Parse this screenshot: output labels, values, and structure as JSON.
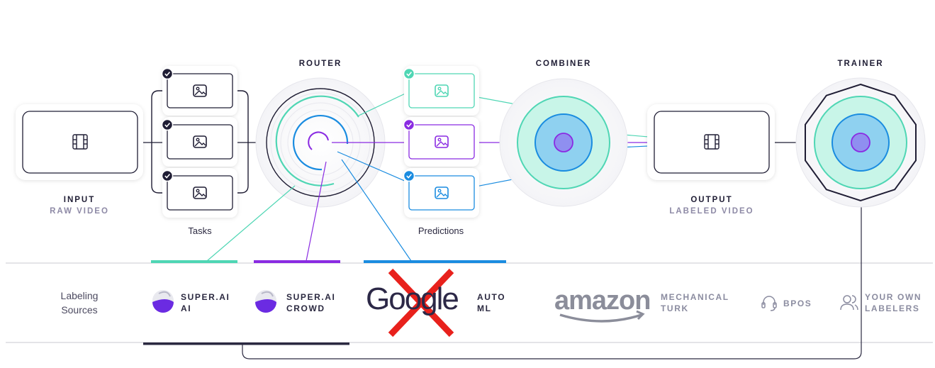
{
  "stages": {
    "input": {
      "title": "INPUT",
      "subtitle": "RAW VIDEO"
    },
    "router": {
      "title": "ROUTER"
    },
    "combiner": {
      "title": "COMBINER"
    },
    "output": {
      "title": "OUTPUT",
      "subtitle": "LABELED VIDEO"
    },
    "trainer": {
      "title": "TRAINER"
    }
  },
  "tasks": {
    "caption": "Tasks",
    "items": [
      {
        "icon": "image-icon",
        "status": "checked"
      },
      {
        "icon": "image-icon",
        "status": "checked"
      },
      {
        "icon": "image-icon",
        "status": "checked"
      }
    ]
  },
  "predictions": {
    "caption": "Predictions",
    "items": [
      {
        "icon": "image-icon",
        "status": "checked",
        "color": "#4fd6b4"
      },
      {
        "icon": "image-icon",
        "status": "checked",
        "color": "#8a2be2"
      },
      {
        "icon": "image-icon",
        "status": "checked",
        "color": "#1a8ce0"
      }
    ]
  },
  "sources": {
    "label_line1": "Labeling",
    "label_line2": "Sources",
    "super_ai": {
      "line1": "SUPER.AI",
      "line2": "AI",
      "color": "#4fd6b4"
    },
    "super_crowd": {
      "line1": "SUPER.AI",
      "line2": "CROWD",
      "color": "#8a2be2"
    },
    "google": {
      "logo": "Google",
      "line1": "AUTO",
      "line2": "ML",
      "color": "#1a8ce0",
      "status": "crossed-out"
    },
    "amazon": {
      "logo": "amazon",
      "line1": "MECHANICAL",
      "line2": "TURK"
    },
    "bpos": {
      "label": "BPOS",
      "icon": "headset-icon"
    },
    "own": {
      "line1": "YOUR OWN",
      "line2": "LABELERS",
      "icon": "users-icon"
    }
  },
  "colors": {
    "teal": "#4fd6b4",
    "purple": "#8a2be2",
    "blue": "#1a8ce0",
    "dark": "#1f1d34",
    "cross": "#e8211c",
    "grey": "#8b8ca0"
  }
}
